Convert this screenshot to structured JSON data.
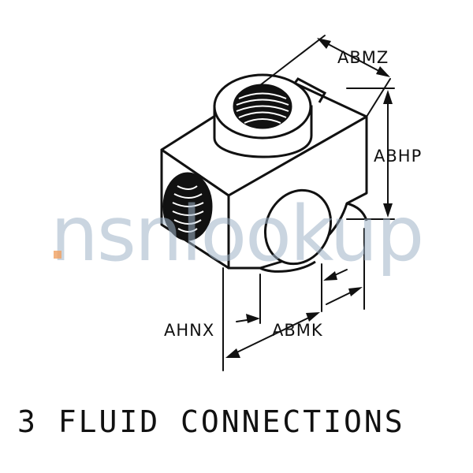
{
  "dimension_labels": {
    "top_width": "ABMZ",
    "height": "ABHP",
    "port_offset": "AHNX",
    "port_spacing": "ABMK"
  },
  "caption": "3 FLUID CONNECTIONS",
  "watermark": "nsnlookup",
  "colors": {
    "line": "#111111",
    "watermark": "#9fb3c8",
    "watermark_accent": "#f0a060"
  }
}
